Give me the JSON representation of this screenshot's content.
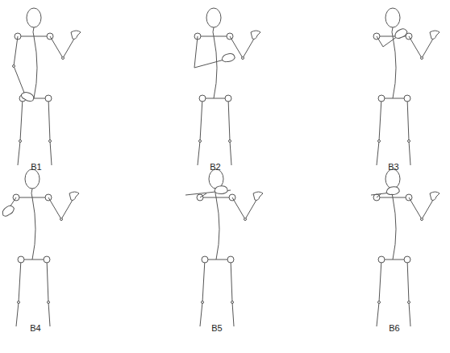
{
  "diagram": {
    "labels": [
      "B1",
      "B2",
      "B3",
      "B4",
      "B5",
      "B6"
    ]
  }
}
